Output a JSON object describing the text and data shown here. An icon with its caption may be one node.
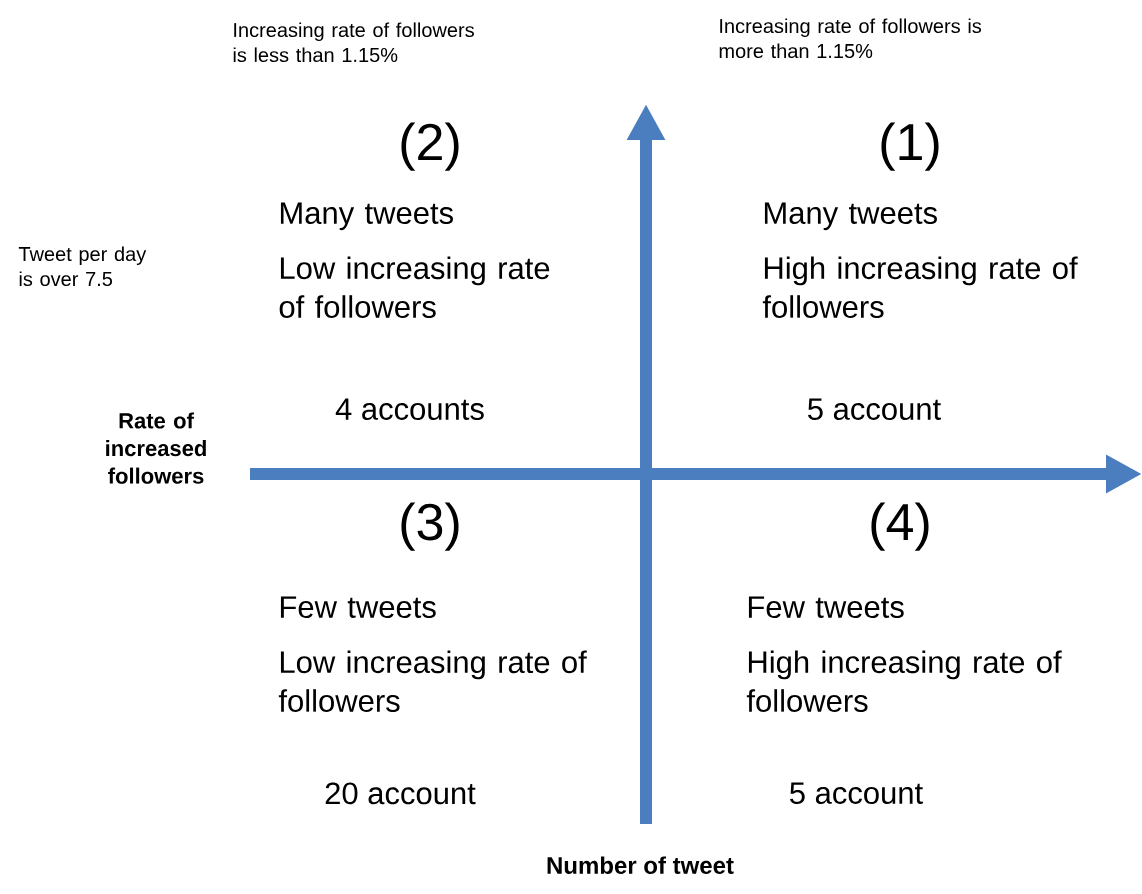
{
  "diagram": {
    "labels": [
      "Increasing rate of followers is less than 1.15%",
      "Increasing rate of followers is more than 1.15%",
      "(2)",
      "(1)",
      "Tweet per day is over 7.5",
      "Many tweets",
      "Low increasing rate of followers",
      "Many tweets",
      "High increasing rate of followers",
      "Rate of increased followers",
      "4 accounts",
      "5 account",
      "(3)",
      "(4)",
      "Few tweets",
      "Low increasing rate of followers",
      "Few tweets",
      "High increasing rate of followers",
      "20 account",
      "5 account",
      "Number of tweet"
    ]
  }
}
